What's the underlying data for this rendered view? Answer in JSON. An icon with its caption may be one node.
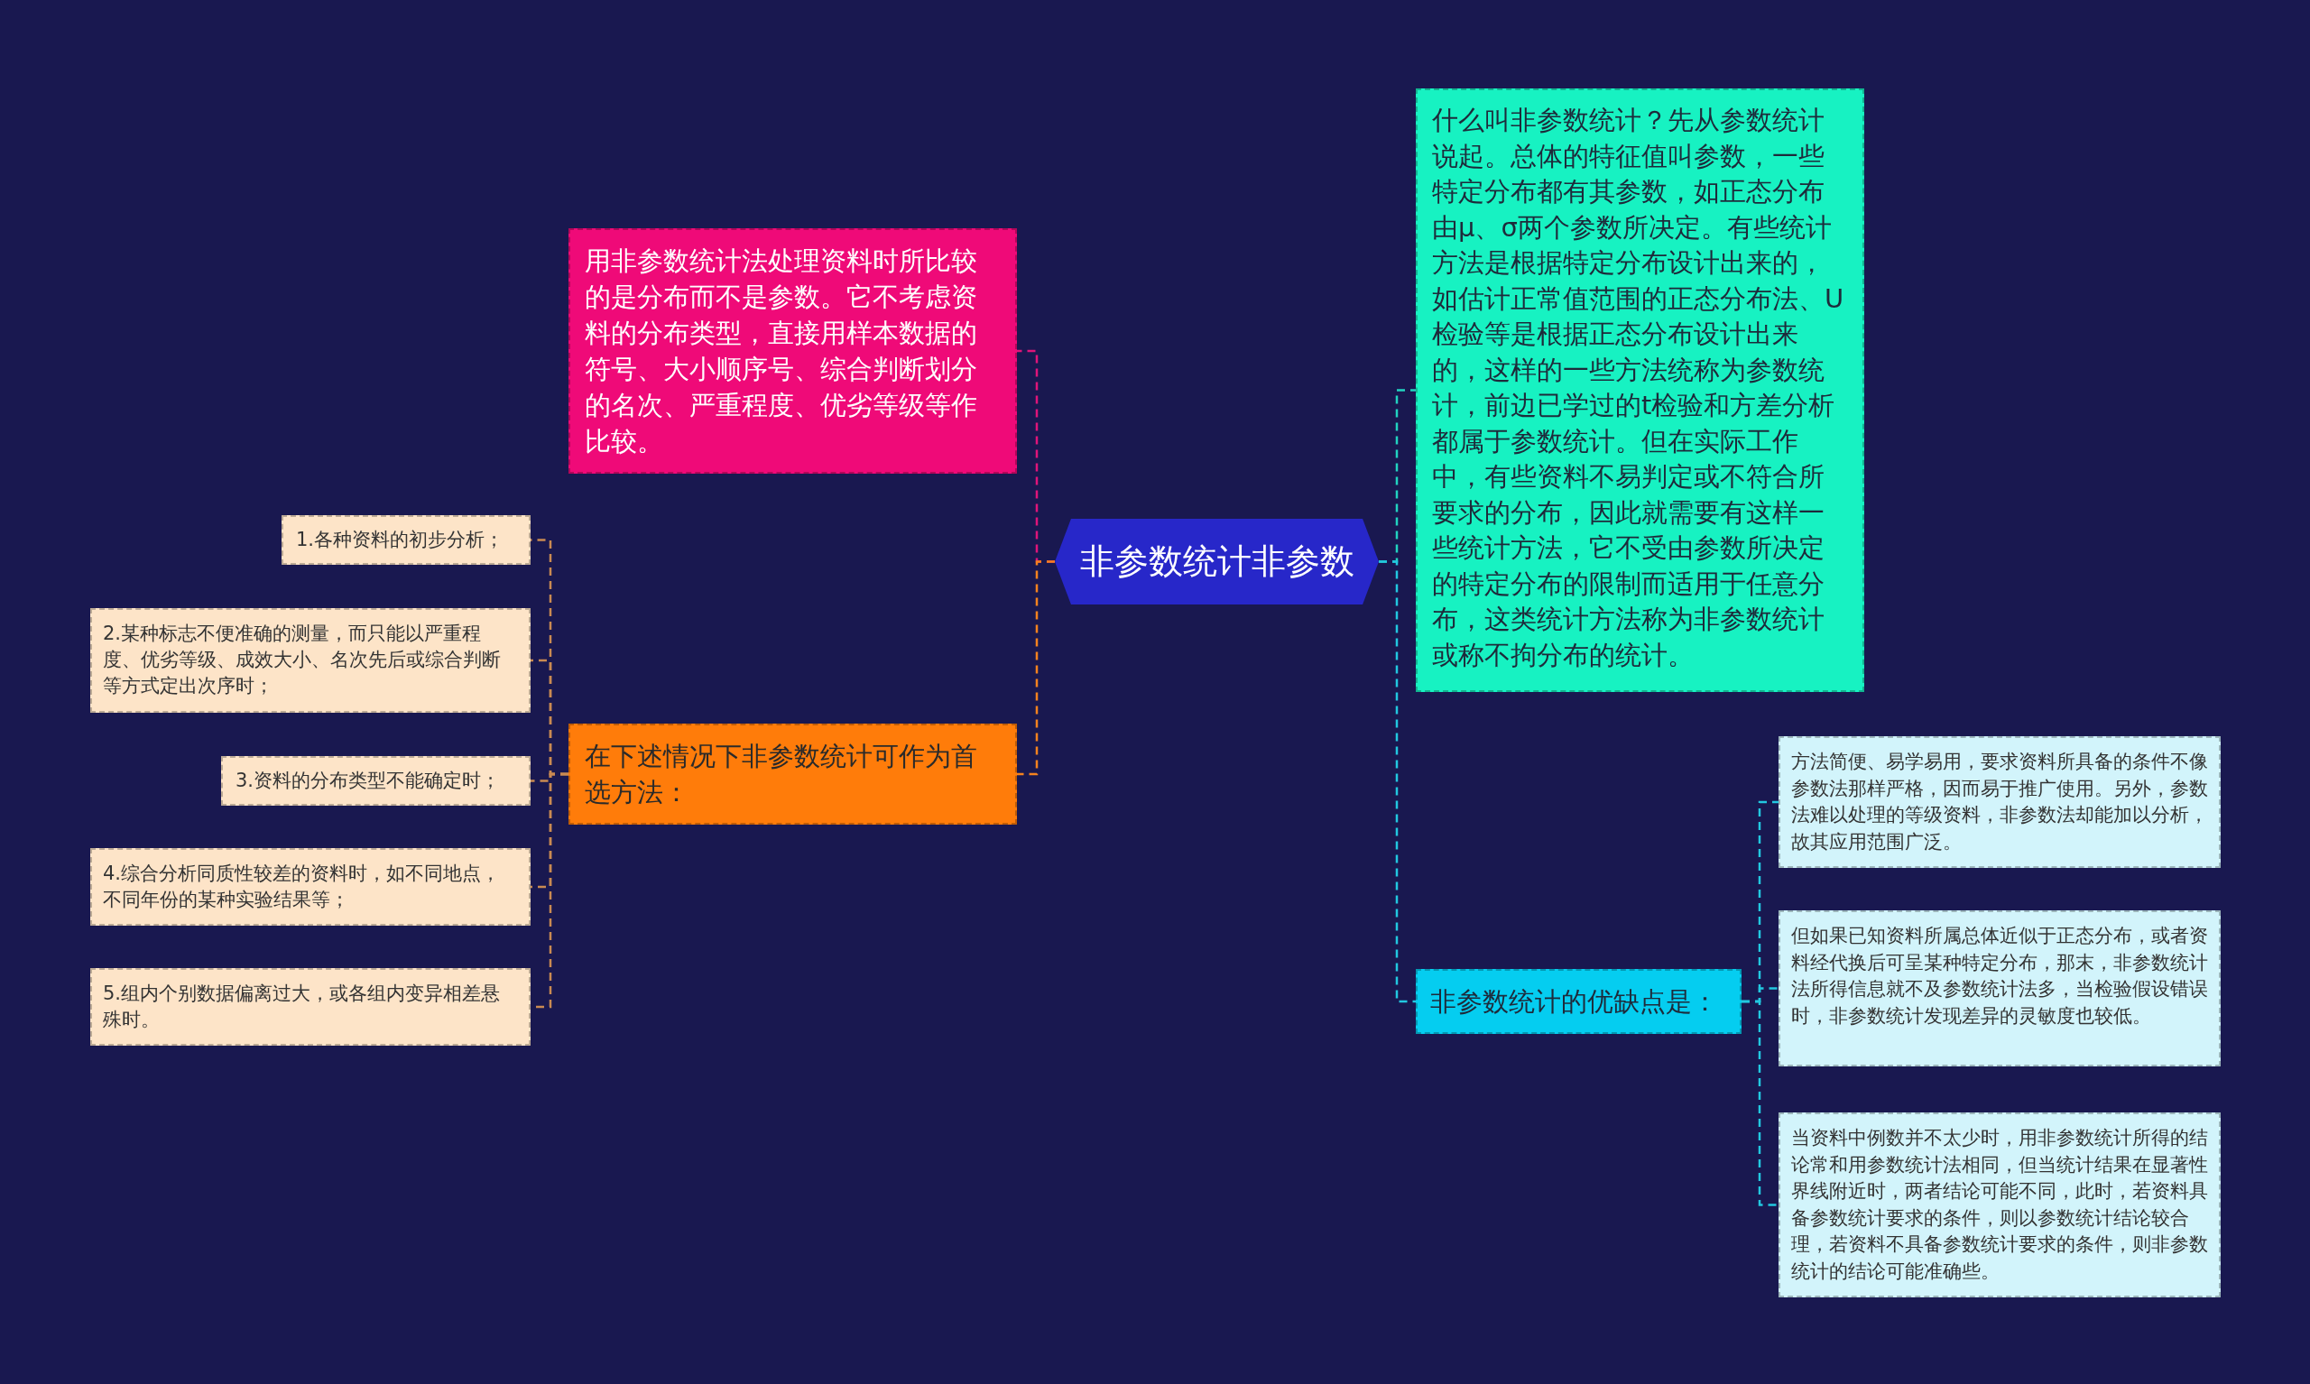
{
  "diagram": {
    "nodes": [
      {
        "text": [
          "非参数统计非参数"
        ]
      },
      {
        "text": [
          "用非参数统计法处理资料时所比较的是分布而不是参数。它不考虑资料的分布类型，直接用样本数据的符号、大小顺序号、综合判断划分的名次、严重程度、优劣等级等作比较。"
        ]
      },
      {
        "text": [
          "在下述情况下非参数统计可作为首选方法："
        ]
      },
      {
        "text": [
          "1.各种资料的初步分析；"
        ]
      },
      {
        "text": [
          "2.某种标志不便准确的测量，而只能以严重程度、优劣等级、成效大小、名次先后或综合判断等方式定出次序时；"
        ]
      },
      {
        "text": [
          "3.资料的分布类型不能确定时；"
        ]
      },
      {
        "text": [
          "4.综合分析同质性较差的资料时，如不同地点，不同年份的某种实验结果等；"
        ]
      },
      {
        "text": [
          "5.组内个别数据偏离过大，或各组内变异相差悬殊时。"
        ]
      },
      {
        "text": [
          "什么叫非参数统计？先从参数统计说起。总体的特征值叫参数，一些特定分布都有其参数，如正态分布由μ、σ两个参数所决定。有些统计方法是根据特定分布设计出来的，如估计正常值范围的正态分布法、U检验等是根据正态分布设计出来的，这样的一些方法统称为参数统计，前边已学过的t检验和方差分析都属于参数统计。但在实际工作中，有些资料不易判定或不符合所要求的分布，因此就需要有这样一些统计方法，它不受由参数所决定的特定分布的限制而适用于任意分布，这类统计方法称为非参数统计或称不拘分布的统计。"
        ]
      },
      {
        "text": [
          "非参数统计的优缺点是："
        ]
      },
      {
        "text": [
          "方法简便、易学易用，要求资料所具备的条件不像参数法那样严格，因而易于推广使用。另外，参数法难以处理的等级资料，非参数法却能加以分析，故其应用范围广泛。"
        ]
      },
      {
        "text": [
          "但如果已知资料所属总体近似于正态分布，或者资料经代换后可呈某种特定分布，那末，非参数统计法所得信息就不及参数统计法多，当检验假设错误时，非参数统计发现差异的灵敏度也较低。"
        ]
      },
      {
        "text": [
          "当资料中例数并不太少时，用非参数统计所得的结论常和用参数统计法相同，但当统计结果在显著性界线附近时，两者结论可能不同，此时，若资料具备参数统计要求的条件，则以参数统计结论较合理，若资料不具备参数统计要求的条件，则非参数统计的结论可能准确些。"
        ]
      }
    ],
    "edges": [
      {
        "from": 0,
        "to": 1,
        "arrow": "none",
        "style": "dashed",
        "color": "#e0147a"
      },
      {
        "from": 0,
        "to": 2,
        "arrow": "none",
        "style": "dashed",
        "color": "#f5821e"
      },
      {
        "from": 2,
        "to": 3,
        "arrow": "none",
        "style": "dashed",
        "color": "#c98a52"
      },
      {
        "from": 2,
        "to": 4,
        "arrow": "none",
        "style": "dashed",
        "color": "#c98a52"
      },
      {
        "from": 2,
        "to": 5,
        "arrow": "none",
        "style": "dashed",
        "color": "#c98a52"
      },
      {
        "from": 2,
        "to": 6,
        "arrow": "none",
        "style": "dashed",
        "color": "#c98a52"
      },
      {
        "from": 2,
        "to": 7,
        "arrow": "none",
        "style": "dashed",
        "color": "#c98a52"
      },
      {
        "from": 0,
        "to": 8,
        "arrow": "none",
        "style": "dashed",
        "color": "#22d3c0"
      },
      {
        "from": 0,
        "to": 9,
        "arrow": "none",
        "style": "dashed",
        "color": "#22c8e0"
      },
      {
        "from": 9,
        "to": 10,
        "arrow": "none",
        "style": "dashed",
        "color": "#22c8e0"
      },
      {
        "from": 9,
        "to": 11,
        "arrow": "none",
        "style": "dashed",
        "color": "#22c8e0"
      },
      {
        "from": 9,
        "to": 12,
        "arrow": "none",
        "style": "dashed",
        "color": "#22c8e0"
      }
    ]
  }
}
